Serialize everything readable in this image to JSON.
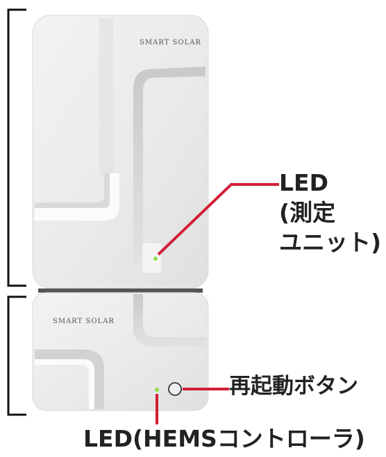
{
  "brand_text": "SMART SOLAR",
  "labels": {
    "led_unit_line1": "LED",
    "led_unit_line2": "(測定",
    "led_unit_line3": "ユニット)",
    "restart_button": "再起動ボタン",
    "led_hems": "LED(HEMSコントローラ)"
  },
  "colors": {
    "callout_line": "#d21e36",
    "led_green": "#8ee04a",
    "device_body": "#ebebeb",
    "bracket": "#111111"
  }
}
